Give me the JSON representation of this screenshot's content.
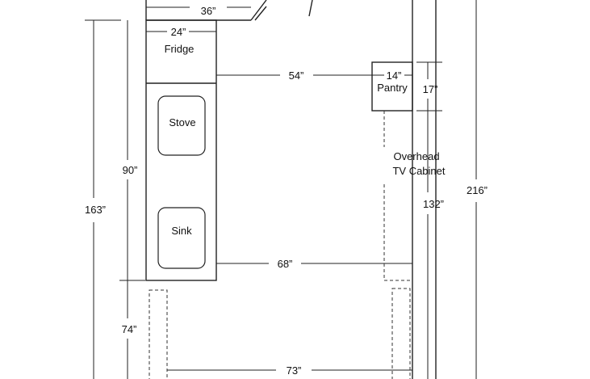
{
  "labels": {
    "dim_top_counter": "36”",
    "dim_fridge_width": "24”",
    "fridge": "Fridge",
    "dim_aisle_upper": "54”",
    "dim_pantry_width": "14”",
    "pantry": "Pantry",
    "dim_pantry_depth": "17”",
    "stove": "Stove",
    "overhead_line1": "Overhead",
    "overhead_line2": "TV Cabinet",
    "dim_counter_length": "90”",
    "dim_right_wall": "216”",
    "dim_left_wall": "163”",
    "dim_tv_cabinet": "132”",
    "sink": "Sink",
    "dim_aisle_lower": "68”",
    "dim_lower_section": "74”",
    "dim_lower_width": "73”"
  }
}
